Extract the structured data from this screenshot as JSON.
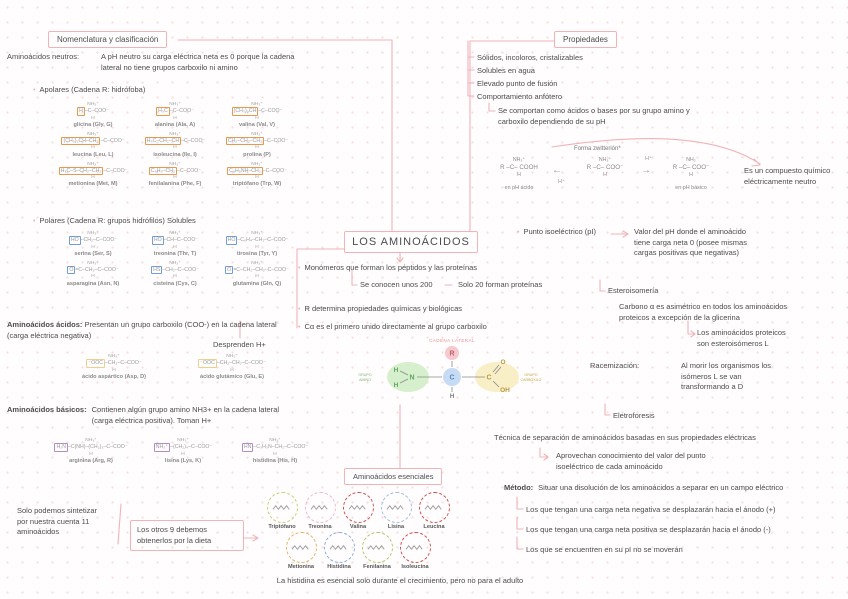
{
  "css_vars": {
    "accent": "#f0b3b8",
    "apolar": "#e59a50",
    "polar": "#6f9fd8",
    "acid": "#e8d28e",
    "basic": "#b08cc9"
  },
  "nomenclatura": {
    "title": "Nomenclatura y clasificación",
    "neutros_label": "Aminoácidos neutros:",
    "neutros_text": "A pH neutro su carga eléctrica neta es 0 porque la cadena\nlateral no tiene grupos carboxilo ni amino",
    "apolares_title": "Apolares (Cadena R: hidrófoba)",
    "formula_top": "NH₃⁺",
    "formula_bottom": "H",
    "apolares": [
      {
        "r": "H",
        "rest": "–C–COO⁻",
        "name": "glicina (Gly, G)"
      },
      {
        "r": "H₃C",
        "rest": "–C–COO⁻",
        "name": "alanina (Ala, A)"
      },
      {
        "r": "(CH₃)₂CH",
        "rest": "–C–COO⁻",
        "name": "valina (Val, V)"
      },
      {
        "r": "(CH₃)₂CH–CH₂",
        "rest": "–C–COO⁻",
        "name": "leucina (Leu, L)"
      },
      {
        "r": "H₃C–CH₂–CH",
        "rest": "–C–COO⁻",
        "name": "isoleucina (Ile, I)"
      },
      {
        "r": "CH₂–CH₂–CH₂",
        "rest": "–C–COO⁻",
        "name": "prolina (P)"
      },
      {
        "r": "H₃C–S–CH₂–CH₂",
        "rest": "–C–COO⁻",
        "name": "metionina (Met, M)"
      },
      {
        "r": "C₆H₅–CH₂",
        "rest": "–C–COO⁻",
        "name": "fenilalanina (Phe, F)"
      },
      {
        "r": "C₈H₅NH–CH₂",
        "rest": "–C–COO⁻",
        "name": "triptófano (Trp, W)"
      }
    ],
    "polares_title": "Polares (Cadena R: grupos hidrófilos) Solubles",
    "polares": [
      {
        "r": "HO",
        "rest": "–CH₂–C–COO⁻",
        "name": "serina (Ser, S)"
      },
      {
        "r": "HO",
        "rest": "–CH–C–COO⁻",
        "name": "treonina (Thr, T)"
      },
      {
        "r": "HO",
        "rest": "–C₆H₄–CH₂–C–COO⁻",
        "name": "tirosina (Tyr, Y)"
      },
      {
        "r": "O",
        "rest": "=C–CH₂–C–COO⁻",
        "name": "asparagina (Asn, N)"
      },
      {
        "r": "HS",
        "rest": "–CH₂–C–COO⁻",
        "name": "cisteina (Cys, C)"
      },
      {
        "r": "O",
        "rest": "=C–CH₂–CH₂–C–COO⁻",
        "name": "glutamina (Gln, Q)"
      }
    ],
    "acidos_label": "Aminoácidos ácidos:",
    "acidos_text": "Presentan un grupo carboxilo (COO-) en la cadena lateral (carga eléctrica negativa)",
    "desprenden": "Desprenden H+",
    "acidos": [
      {
        "r": "⁻OOC",
        "rest": "–CH₂–C–COO⁻",
        "name": "ácido aspártico (Asp, D)"
      },
      {
        "r": "⁻OOC",
        "rest": "–CH₂–CH₂–C–COO⁻",
        "name": "ácido glutámico (Glu, E)"
      }
    ],
    "basicos_label": "Aminoácidos básicos:",
    "basicos_text": "Contienen algún grupo amino NH3+ en la cadena lateral\n(carga eléctrica positiva). Toman H+",
    "basicos": [
      {
        "r": "H₂N",
        "rest": "–C(NH)–(CH₂)₃–C–COO⁻",
        "name": "arginina (Arg, R)"
      },
      {
        "r": "NH₃⁺",
        "rest": "–(CH₂)₄–C–COO⁻",
        "name": "lisina (Lys, K)"
      },
      {
        "r": "HN",
        "rest": "–C₃H₃N–CH₂–C–COO⁻",
        "name": "histidina (His, H)"
      }
    ],
    "sintetizar": "Solo podemos sintetizar\npor nuestra cuenta 11\naminoácidos",
    "dieta": "Los otros 9 debemos\nobtenerlos por la dieta"
  },
  "centro": {
    "title": "LOS AMINOÁCIDOS",
    "b1": "Monómeros que forman los péptidos y las proteínas",
    "b1_sub1": "Se conocen unos 200",
    "b1_sub2": "Solo 20 forman proteínas",
    "b2": "R determina propiedades químicas y biológicas",
    "b3": "Cα es el primero unido directamente al grupo carboxilo"
  },
  "diagrama": {
    "cadena_lateral": "CADENA LATERAL",
    "grupo_amino_1": "GRUPO",
    "grupo_amino_2": "AMINO",
    "grupo_carboxilo_1": "GRUPO",
    "grupo_carboxilo_2": "CARBOXILO",
    "r": "R",
    "n": "N",
    "c_alpha": "C",
    "c2": "C",
    "o": "O",
    "oh": "OH",
    "h": "H"
  },
  "propiedades": {
    "title": "Propiedades",
    "items": [
      "Sólidos, incoloros, cristalizables",
      "Solubles en agua",
      "Elevado punto de fusión",
      "Comportamiento anfótero"
    ],
    "anfotero_sub": "Se comportan como ácidos o bases por su grupo amino y\ncarboxilo dependiendo de su pH"
  },
  "zwitterion": {
    "label": "Forma zwitterión*",
    "f1": {
      "top": "NH₃⁺",
      "mid": "R –C– COOH",
      "bottom": "H",
      "caption": "en pH ácido"
    },
    "f2": {
      "top": "NH₃⁺",
      "mid": "R –C– COO⁻",
      "bottom": "H"
    },
    "f3": {
      "top": "NH₂",
      "mid": "R –C– COO⁻",
      "bottom": "H",
      "caption": "en pH básico"
    },
    "arrow_left": "←",
    "arrow_right": "→",
    "h_plus": "H⁺",
    "neutro": "Es un compuesto químico\neléctricamente neutro"
  },
  "punto_isoelectrico": {
    "label": "Punto isoeléctrico (pI)",
    "text": "Valor del pH donde el aminoácido\ntiene carga neta 0 (posee mismas\ncargas positivas que negativas)"
  },
  "estereoisomeria": {
    "label": "Esteroisomería",
    "text": "Carbono α es asimétrico en todos los aminoácidos\nproteicos a excepción de la glicerina",
    "isomeros_l": "Los aminoácidos proteicos\nson esteroisómeros L",
    "racemizacion_label": "Racemización:",
    "racemizacion_text": "Al morir los organismos los\nisómeros L se van\ntransformando a D"
  },
  "electroforesis": {
    "label": "Eletroforesis",
    "text": "Técnica de separación de aminoácidos basadas en sus propiedades eléctricas",
    "sub": "Aprovechan conocimiento del valor del punto\nisoeléctrico de cada aminoácido",
    "metodo_label": "Método:",
    "metodo_text": "Situar una disolución de los aminoácidos a separar en un campo eléctrico",
    "items": [
      "Los que tengan una carga neta negativa se desplazarán hacia el ánodo (+)",
      "Los que tengan una carga neta positiva se desplazarán hacia el ánodo (-)",
      "Los que se encuentren en su pI no se moverán"
    ]
  },
  "esenciales": {
    "title": "Aminoácidos esenciales",
    "items": [
      {
        "name": "Triptófano",
        "color": "#c9cf6e"
      },
      {
        "name": "Treonina",
        "color": "#f1b9c3"
      },
      {
        "name": "Valina",
        "color": "#cf4f4a"
      },
      {
        "name": "Lisina",
        "color": "#9dbede"
      },
      {
        "name": "Leucina",
        "color": "#cf4f4a"
      },
      {
        "name": "Metionina",
        "color": "#e3b45b"
      },
      {
        "name": "Histidina",
        "color": "#85aede"
      },
      {
        "name": "Fenilanina",
        "color": "#b5c566"
      },
      {
        "name": "Isoleucina",
        "color": "#cf4f4a"
      }
    ],
    "nota": "La histidina es esencial solo durante el crecimiento, pero no para el adulto"
  }
}
